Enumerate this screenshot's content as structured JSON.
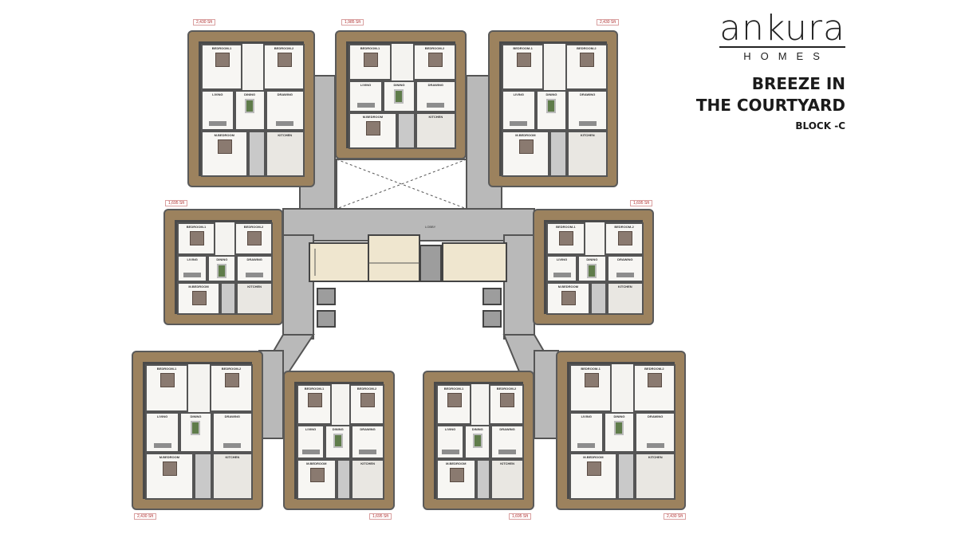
{
  "brand": {
    "logo": "ankura",
    "sub": "HOMES"
  },
  "heading": {
    "line1": "BREEZE IN",
    "line2": "THE COURTYARD",
    "block": "BLOCK -C"
  },
  "colors": {
    "balcony": "#9c825e",
    "corridor": "#b9b9b9",
    "area_label": "#b03030",
    "landscape": "#5f8f3a"
  },
  "units": [
    {
      "area": "2,430 Sft"
    },
    {
      "area": "1,985 Sft"
    },
    {
      "area": "2,430 Sft"
    },
    {
      "area": "1,695 Sft"
    },
    {
      "area": "1,695 Sft"
    },
    {
      "area": "2,430 Sft"
    },
    {
      "area": "1,695 Sft"
    },
    {
      "area": "1,695 Sft"
    },
    {
      "area": "2,430 Sft"
    }
  ],
  "rooms": {
    "mbed": "M.BEDROOM",
    "bed1": "BEDROOM-1",
    "bed2": "BEDROOM-2",
    "living": "LIVING",
    "dining": "DINING",
    "drawing": "DRAWING",
    "kitchen": "KITCHEN",
    "lobby": "LOBBY"
  }
}
